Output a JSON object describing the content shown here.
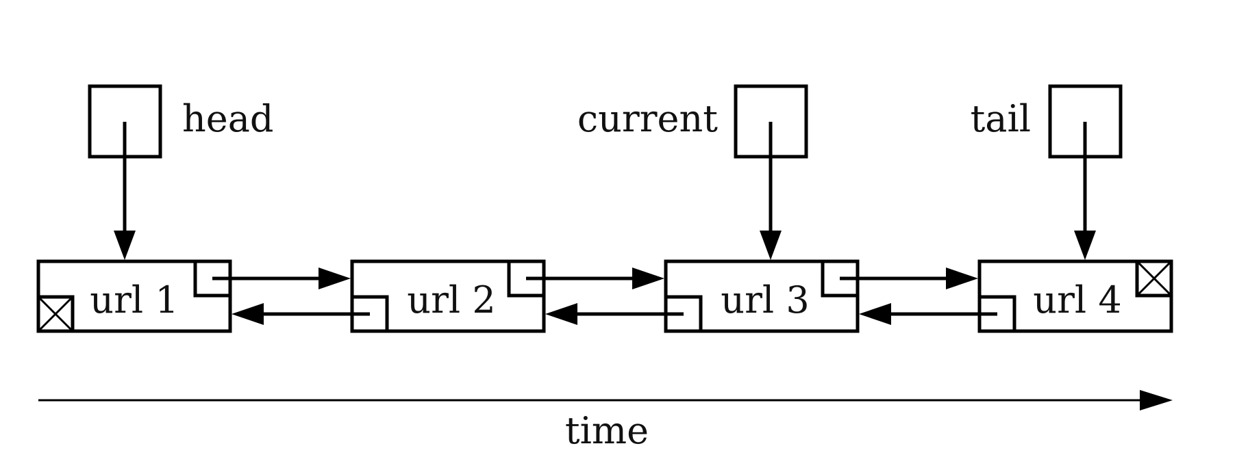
{
  "pointers": [
    {
      "name": "head"
    },
    {
      "name": "current"
    },
    {
      "name": "tail"
    }
  ],
  "nodes": [
    {
      "label": "url 1"
    },
    {
      "label": "url 2"
    },
    {
      "label": "url 3"
    },
    {
      "label": "url 4"
    }
  ],
  "timeline": {
    "label": "time"
  }
}
